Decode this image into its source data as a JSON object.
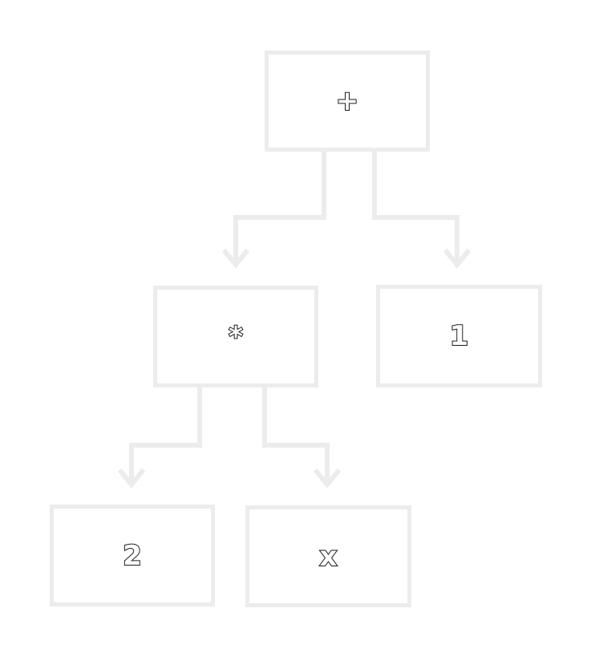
{
  "tree": {
    "root": {
      "label": "+"
    },
    "left": {
      "label": "*"
    },
    "right": {
      "label": "1"
    },
    "left_left": {
      "label": "2"
    },
    "left_right": {
      "label": "x"
    }
  },
  "colors": {
    "box_border": "#ececec",
    "edge": "#ececec",
    "label_outline": "#1a1a1a",
    "background": "#ffffff"
  }
}
